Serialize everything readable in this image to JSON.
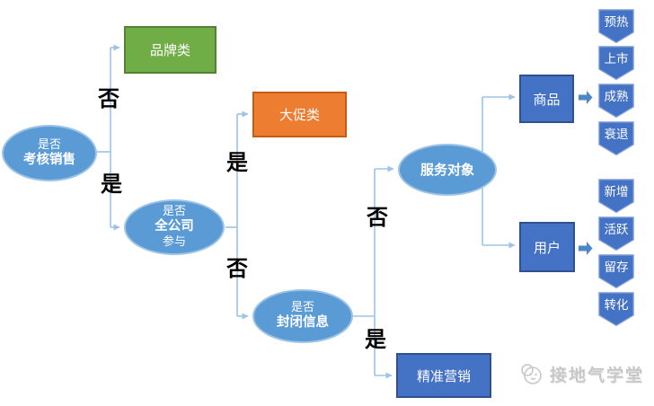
{
  "nodes": {
    "q_sales": {
      "line1": "是否",
      "line2": "考核销售"
    },
    "brand": {
      "label": "品牌类"
    },
    "q_company": {
      "line1": "是否",
      "line2": "全公司",
      "line3": "参与"
    },
    "promo": {
      "label": "大促类"
    },
    "q_closed": {
      "line1": "是否",
      "line2": "封闭信息"
    },
    "service_target": {
      "label": "服务对象"
    },
    "product": {
      "label": "商品"
    },
    "user": {
      "label": "用户"
    },
    "precision": {
      "label": "精准营销"
    }
  },
  "branch_labels": {
    "sales_no": "否",
    "sales_yes": "是",
    "company_yes": "是",
    "company_no": "否",
    "closed_no": "否",
    "closed_yes": "是"
  },
  "product_stages": [
    "预热",
    "上市",
    "成熟",
    "衰退"
  ],
  "user_stages": [
    "新增",
    "活跃",
    "留存",
    "转化"
  ],
  "watermark": {
    "text": "接地气学堂"
  },
  "colors": {
    "ellipse_fill": "#5B9BD5",
    "ellipse_border": "#9DC3E6",
    "green_fill": "#70AD47",
    "green_border": "#548235",
    "orange_fill": "#ED7D31",
    "orange_border": "#C55A11",
    "blue_fill": "#4472C4",
    "blue_border": "#2F528F",
    "chevron_fill": "#4472C4",
    "chevron_border": "#8FAADC",
    "block_arrow_fill": "#4E87C7",
    "connector": "#9DC3E6",
    "branch_label_color": "#000000",
    "watermark_color": "#C8C8C8",
    "background": "#FFFFFF"
  }
}
